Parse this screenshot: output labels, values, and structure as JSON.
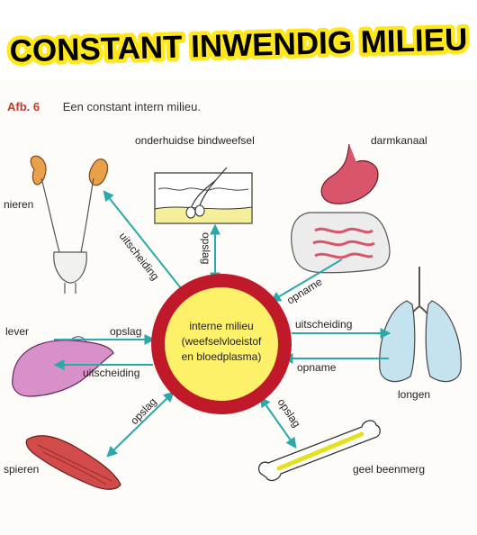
{
  "banner": {
    "title": "CONSTANT INWENDIG MILIEU"
  },
  "figure": {
    "number": "Afb. 6",
    "caption": "Een constant intern milieu."
  },
  "center": {
    "line1": "interne milieu",
    "line2": "(weefselvloeistof",
    "line3": "en bloedplasma)"
  },
  "organs": {
    "skin": "onderhuidse bindweefsel",
    "intestine": "darmkanaal",
    "kidneys": "nieren",
    "liver": "lever",
    "lungs": "longen",
    "muscles": "spieren",
    "bone": "geel beenmerg"
  },
  "arrows": {
    "kidneys": "uitscheiding",
    "skin": "opslag",
    "intestine": "opname",
    "liver_in": "opslag",
    "liver_out": "uitscheiding",
    "lungs_out": "uitscheiding",
    "lungs_in": "opname",
    "muscles": "opslag",
    "bone": "opslag"
  },
  "colors": {
    "ring": "#c0192a",
    "center": "#fdf16a",
    "arrow": "#2aa9a8",
    "banner_text": "#000000",
    "banner_outline": "#ffe71a",
    "figure_number": "#c0392b"
  }
}
